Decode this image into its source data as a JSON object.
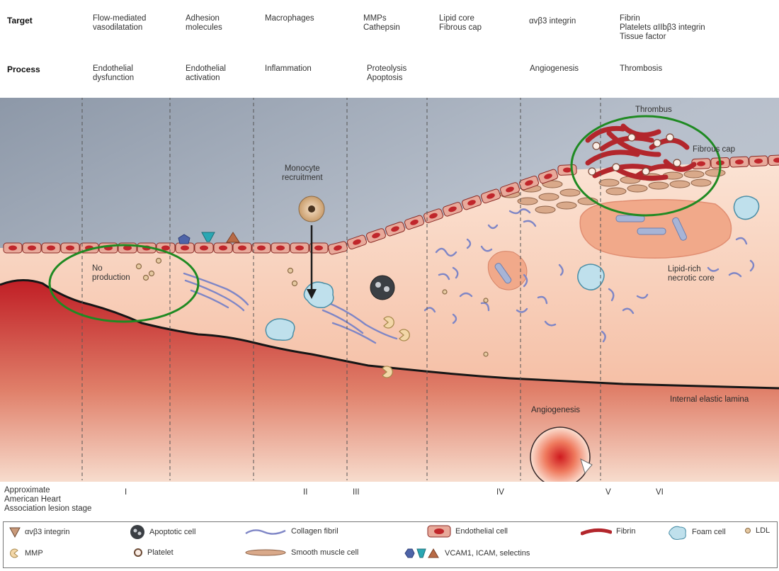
{
  "header": {
    "target_label": "Target",
    "process_label": "Process",
    "columns": [
      {
        "target": "Flow-mediated\nvasodilatation",
        "process": "Endothelial\ndysfunction"
      },
      {
        "target": "Adhesion\nmolecules",
        "process": "Endothelial\nactivation"
      },
      {
        "target": "Macrophages",
        "process": "Inflammation"
      },
      {
        "target": "MMPs\nCathepsin",
        "process": "Proteolysis\nApoptosis"
      },
      {
        "target": "Lipid core\nFibrous cap",
        "process": ""
      },
      {
        "target": "αvβ3 integrin",
        "process": "Angiogenesis"
      },
      {
        "target": "Fibrin\nPlatelets αIIbβ3 integrin\nTissue factor",
        "process": "Thrombosis"
      }
    ]
  },
  "diagram_labels": {
    "no_production": "No\nproduction",
    "monocyte_recruitment": "Monocyte\nrecruitment",
    "thrombus": "Thrombus",
    "fibrous_cap": "Fibrous cap",
    "lipid_core": "Lipid-rich\nnecrotic core",
    "internal_elastic_lamina": "Internal elastic lamina",
    "angiogenesis": "Angiogenesis"
  },
  "stages": {
    "caption": "Approximate\nAmerican Heart\nAssociation lesion stage",
    "numerals": [
      "I",
      "II",
      "III",
      "IV",
      "V",
      "VI"
    ]
  },
  "legend": {
    "integrin": "αvβ3 integrin",
    "apoptotic_cell": "Apoptotic cell",
    "collagen_fibril": "Collagen fibril",
    "endothelial_cell": "Endothelial cell",
    "fibrin": "Fibrin",
    "foam_cell": "Foam cell",
    "ldl": "LDL",
    "mmp": "MMP",
    "platelet": "Platelet",
    "smooth_muscle_cell": "Smooth muscle cell",
    "adhesion": "VCAM1, ICAM, selectins"
  },
  "colors": {
    "lumen": "#9aa5b4",
    "intima": "#f6cbb2",
    "media": "#c4232a",
    "endothelial_cell": "#c0262b",
    "collagen": "#7f86c6",
    "highlight_ring": "#1f8a22"
  }
}
